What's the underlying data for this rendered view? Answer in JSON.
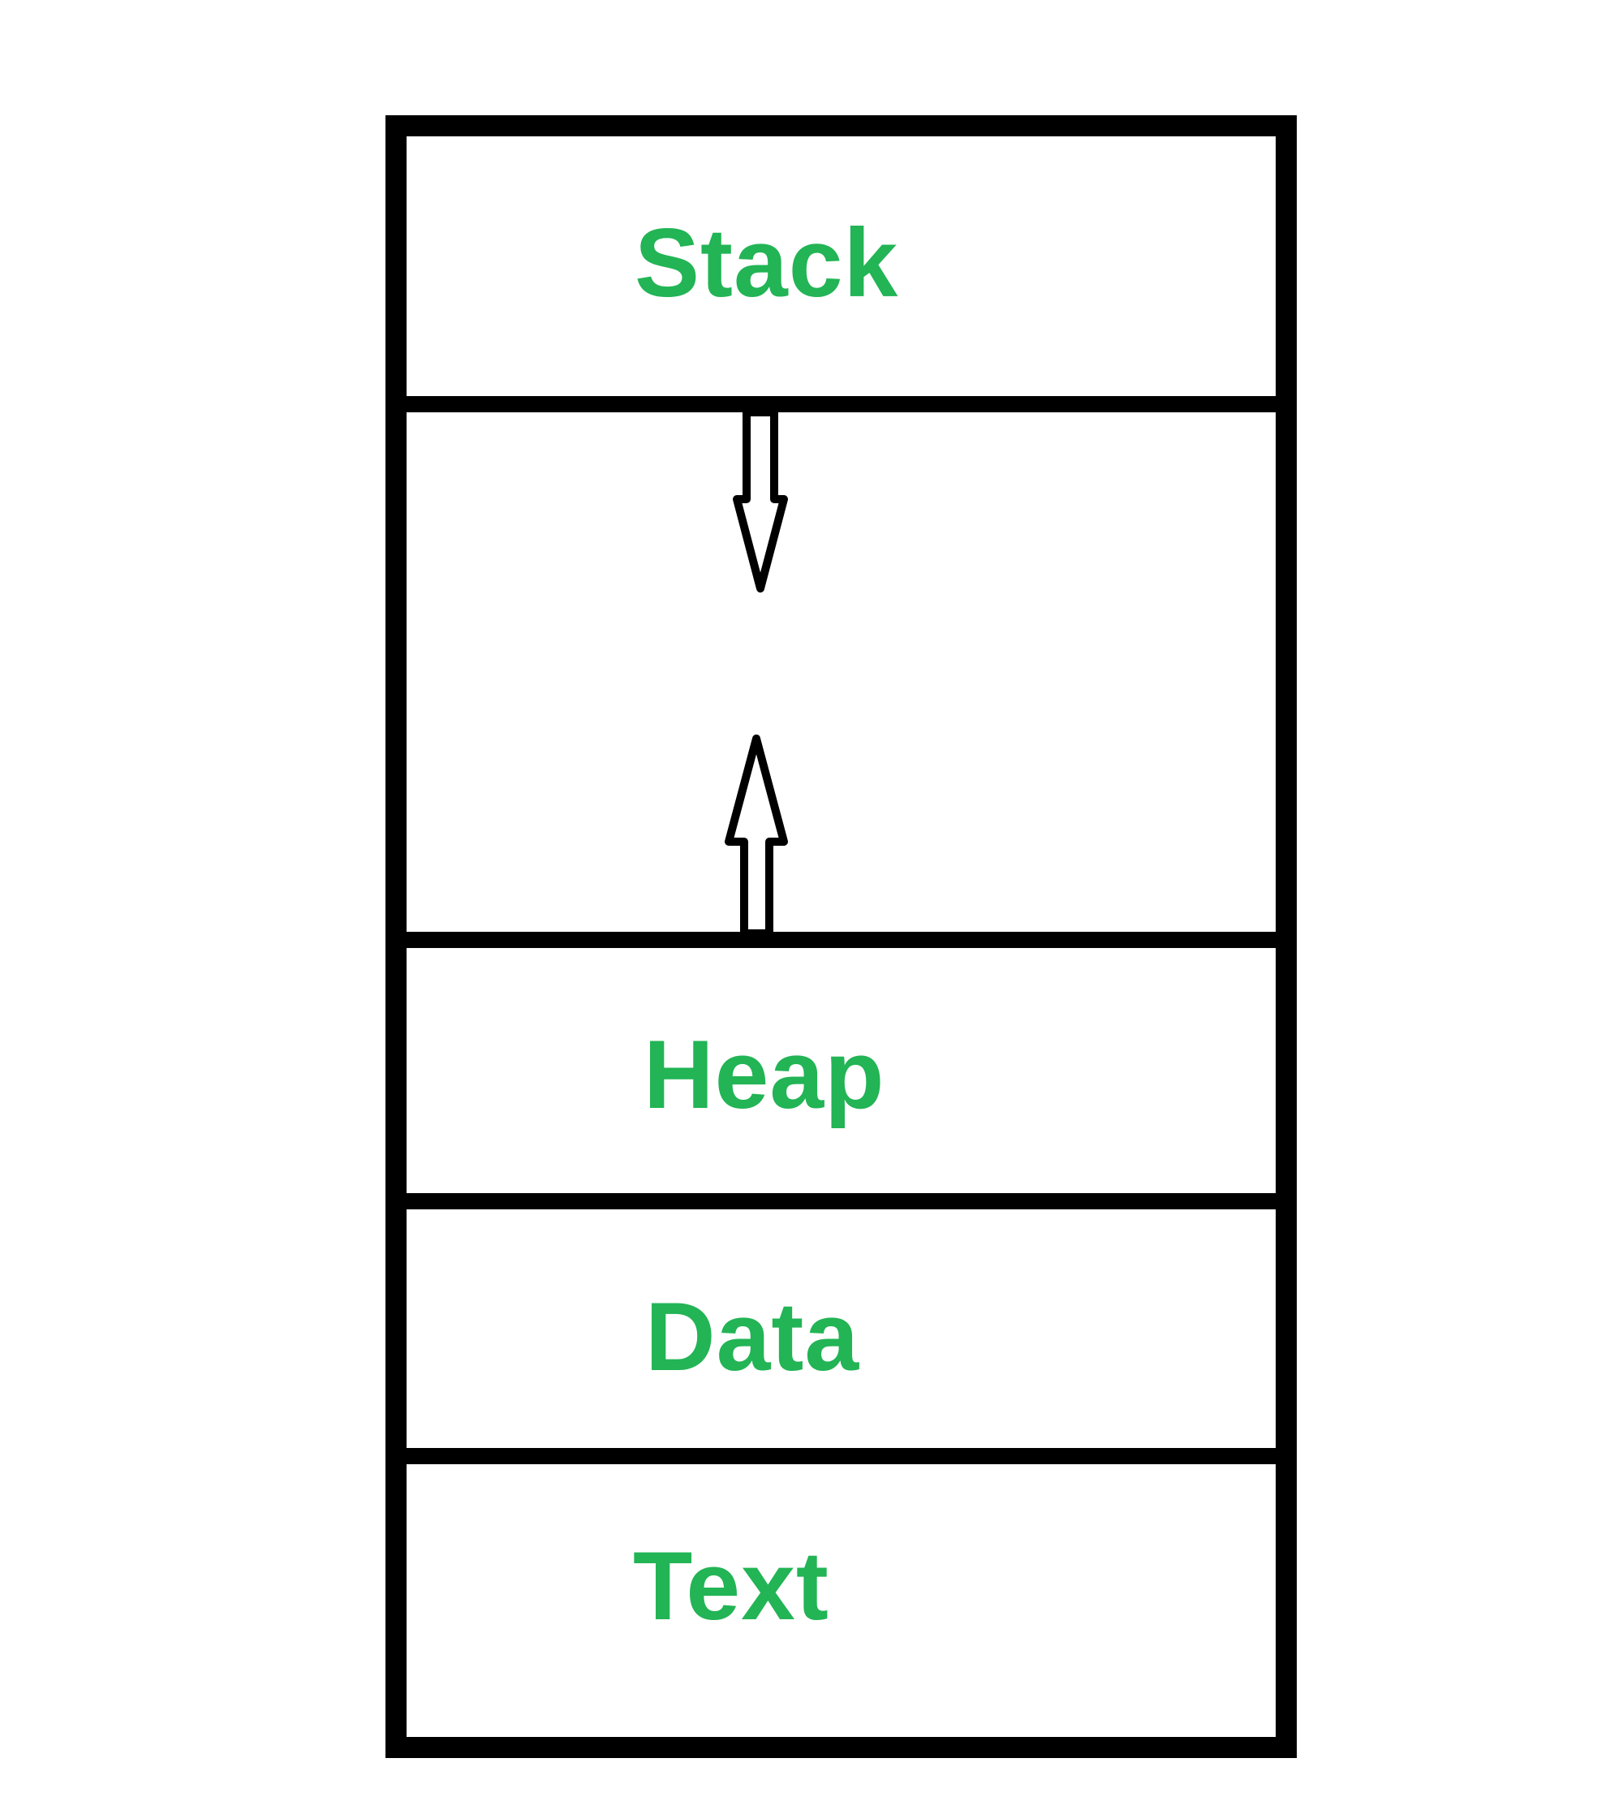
{
  "segments": {
    "stack": "Stack",
    "heap": "Heap",
    "data": "Data",
    "text": "Text"
  },
  "colors": {
    "label": "#22b455",
    "stroke": "#000000",
    "background": "#ffffff"
  }
}
